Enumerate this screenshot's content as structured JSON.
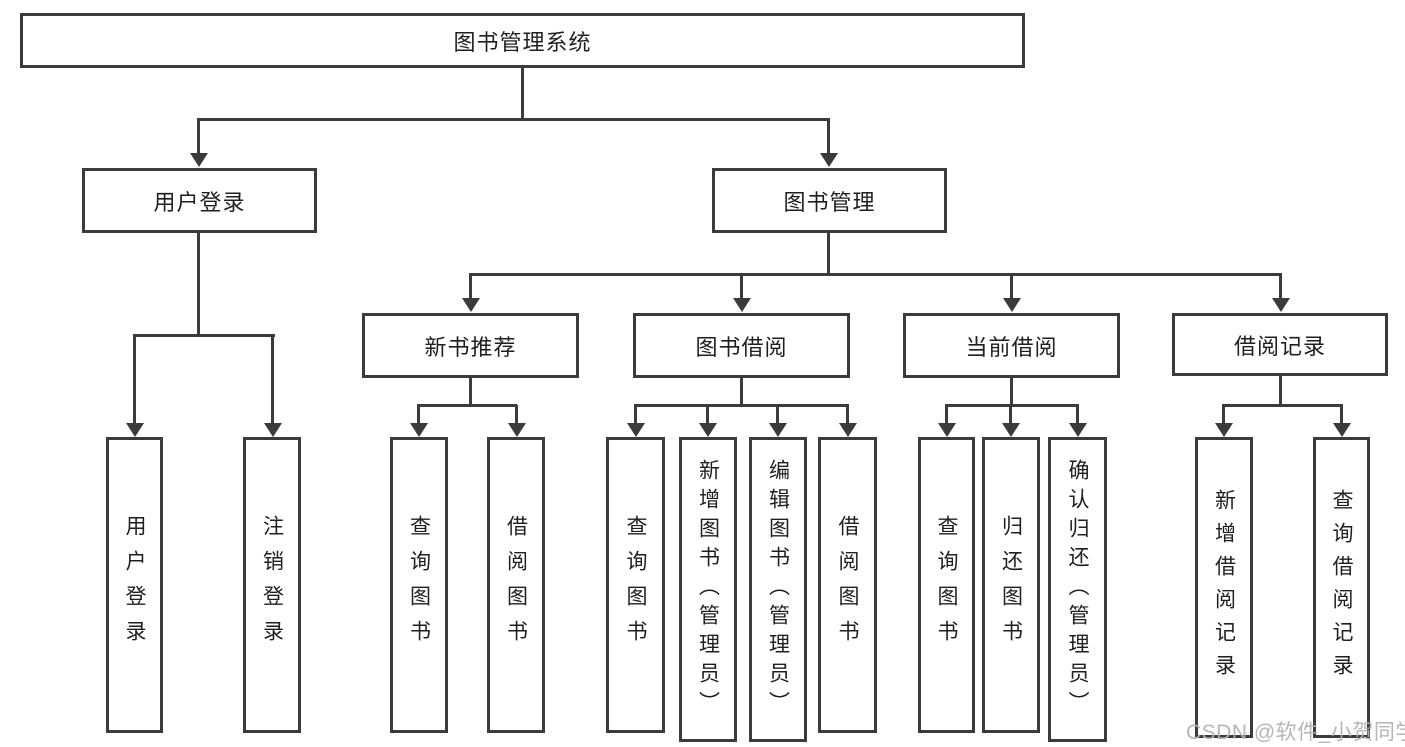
{
  "diagram": {
    "root": {
      "label": "图书管理系统"
    },
    "level2": [
      {
        "label": "用户登录"
      },
      {
        "label": "图书管理"
      }
    ],
    "level3": [
      {
        "label": "新书推荐"
      },
      {
        "label": "图书借阅"
      },
      {
        "label": "当前借阅"
      },
      {
        "label": "借阅记录"
      }
    ],
    "leaves": [
      {
        "label": "用户登录"
      },
      {
        "label": "注销登录"
      },
      {
        "label": "查询图书"
      },
      {
        "label": "借阅图书"
      },
      {
        "label": "查询图书"
      },
      {
        "label": "新增图书（管理员）"
      },
      {
        "label": "编辑图书（管理员）"
      },
      {
        "label": "借阅图书"
      },
      {
        "label": "查询图书"
      },
      {
        "label": "归还图书"
      },
      {
        "label": "确认归还（管理员）"
      },
      {
        "label": "新增借阅记录"
      },
      {
        "label": "查询借阅记录"
      }
    ],
    "watermark": "CSDN @软件_小贺同学",
    "colors": {
      "line": "#3b3b3b",
      "text": "#1f1f1f",
      "watermark": "#b3b3b3",
      "background": "#ffffff"
    }
  }
}
